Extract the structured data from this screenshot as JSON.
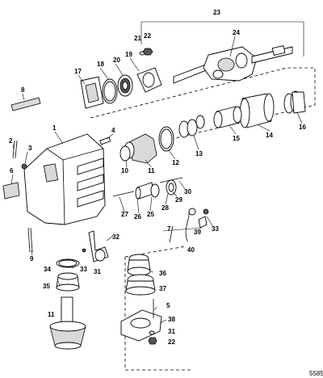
{
  "diagram_id": "5585",
  "callouts": {
    "c1": "1",
    "c2": "2",
    "c3": "3",
    "c4": "4",
    "c5": "5",
    "c6": "6",
    "c7": "7",
    "c8": "8",
    "c9": "9",
    "c10": "10",
    "c11a": "11",
    "c11b": "11",
    "c12": "12",
    "c13": "13",
    "c14": "14",
    "c15": "15",
    "c16": "16",
    "c17": "17",
    "c18": "18",
    "c19": "19",
    "c20": "20",
    "c21": "21",
    "c22a": "22",
    "c22b": "22",
    "c23": "23",
    "c24": "24",
    "c25": "25",
    "c26": "26",
    "c27": "27",
    "c28": "28",
    "c29": "29",
    "c30": "30",
    "c31a": "31",
    "c31b": "31",
    "c32": "32",
    "c33a": "33",
    "c33b": "33",
    "c34": "34",
    "c35": "35",
    "c36": "36",
    "c37": "37",
    "c38": "38",
    "c39": "39",
    "c40": "40"
  }
}
